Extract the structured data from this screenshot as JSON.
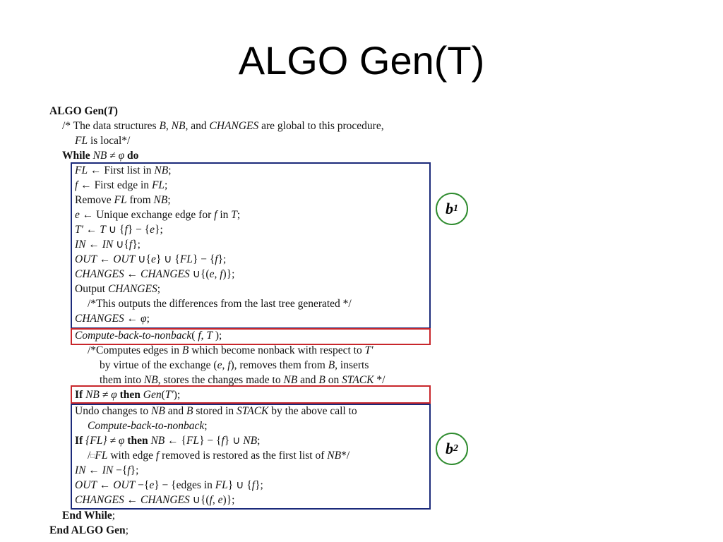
{
  "slide_title": "ALGO Gen(T)",
  "badges": {
    "b1_base": "b",
    "b1_sub": "1",
    "b2_base": "b",
    "b2_sub": "2"
  },
  "colors": {
    "block_border": "#1b2a7a",
    "highlight_border": "#c8262b",
    "badge_ring": "#2e8b2e"
  },
  "code": {
    "l01": {
      "a": "ALGO Gen(",
      "b": "T",
      "c": ")"
    },
    "l02": {
      "a": "/* The data structures ",
      "b": "B",
      "c": ", ",
      "d": "NB",
      "e": ", and ",
      "f": "CHANGES",
      "g": " are global to this procedure,"
    },
    "l03": {
      "a": "FL",
      "b": " is local*/"
    },
    "l04": {
      "a": "While ",
      "b": "NB ≠ φ",
      "c": " do"
    },
    "l05": {
      "a": "FL",
      "b": " ← First list in ",
      "c": "NB",
      "d": ";"
    },
    "l06": {
      "a": "f",
      "b": " ← First edge in ",
      "c": "FL",
      "d": ";"
    },
    "l07": {
      "a": "Remove ",
      "b": "FL",
      "c": " from ",
      "d": "NB",
      "e": ";"
    },
    "l08": {
      "a": "e",
      "b": " ← Unique exchange edge for ",
      "c": "f",
      "d": " in ",
      "e": "T",
      "f": ";"
    },
    "l09": {
      "a": "T′",
      "b": " ← ",
      "c": "T",
      "d": " ∪ {",
      "e": "f",
      "f": "} − {",
      "g": "e",
      "h": "};"
    },
    "l10": {
      "a": "IN",
      "b": " ← ",
      "c": "IN",
      "d": " ∪{",
      "e": "f",
      "f": "};"
    },
    "l11": {
      "a": "OUT",
      "b": " ← ",
      "c": "OUT",
      "d": " ∪{",
      "e": "e",
      "f": "} ∪ {",
      "g": "FL",
      "h": "} − {",
      "i": "f",
      "j": "};"
    },
    "l12": {
      "a": "CHANGES",
      "b": " ← ",
      "c": "CHANGES",
      "d": " ∪{(",
      "e": "e",
      "f": ", ",
      "g": "f",
      "h": ")};"
    },
    "l13": {
      "a": "Output ",
      "b": "CHANGES",
      "c": ";"
    },
    "l14": {
      "a": "/*This outputs the differences from the last tree generated */"
    },
    "l15": {
      "a": "CHANGES",
      "b": " ← ",
      "c": "φ",
      "d": ";"
    },
    "l16": {
      "a": "Compute-back-to-nonback",
      "b": "( ",
      "c": "f",
      "d": ", ",
      "e": "T",
      "f": " );"
    },
    "l17": {
      "a": "/*Computes edges in ",
      "b": "B",
      "c": " which become nonback with respect to ",
      "d": "T′"
    },
    "l18": {
      "a": "by virtue of the exchange (",
      "b": "e",
      "c": ", ",
      "d": "f",
      "e": "), removes them from ",
      "f": "B",
      "g": ", inserts"
    },
    "l19": {
      "a": "them into ",
      "b": "NB",
      "c": ", stores the changes made to ",
      "d": "NB",
      "e": " and ",
      "f": "B",
      "g": " on ",
      "h": "STACK",
      "i": " */"
    },
    "l20": {
      "a": "If ",
      "b": "NB ≠ φ",
      "c": " then ",
      "d": "Gen",
      "e": "(",
      "f": "T′",
      "g": ");"
    },
    "l21": {
      "a": "Undo changes to ",
      "b": "NB",
      "c": " and ",
      "d": "B",
      "e": " stored in ",
      "f": "STACK",
      "g": " by the above call to"
    },
    "l22": {
      "a": "Compute-back-to-nonback",
      "b": ";"
    },
    "l23": {
      "a": "If ",
      "b": "{FL} ≠ φ",
      "c": " then ",
      "d": "NB",
      "e": " ← {",
      "f": "FL",
      "g": "} − {",
      "h": "f",
      "i": "} ∪ ",
      "j": "NB",
      "k": ";"
    },
    "l24": {
      "a": "/",
      "b": "□",
      "c": "FL",
      "d": " with edge ",
      "e": "f",
      "f": " removed is restored as the first list of ",
      "g": "NB",
      "h": "*/"
    },
    "l25": {
      "a": "IN",
      "b": " ← ",
      "c": "IN",
      "d": " −{",
      "e": "f",
      "f": "};"
    },
    "l26": {
      "a": "OUT",
      "b": " ← ",
      "c": "OUT",
      "d": " −{",
      "e": "e",
      "f": "} − {edges in ",
      "g": "FL",
      "h": "} ∪ {",
      "i": "f",
      "j": "};"
    },
    "l27": {
      "a": "CHANGES",
      "b": " ← ",
      "c": "CHANGES",
      "d": " ∪{(",
      "e": "f",
      "f": ", ",
      "g": "e",
      "h": ")};"
    },
    "l28": {
      "a": "End While",
      "b": ";"
    },
    "l29": {
      "a": "End ALGO Gen",
      "b": ";"
    }
  }
}
